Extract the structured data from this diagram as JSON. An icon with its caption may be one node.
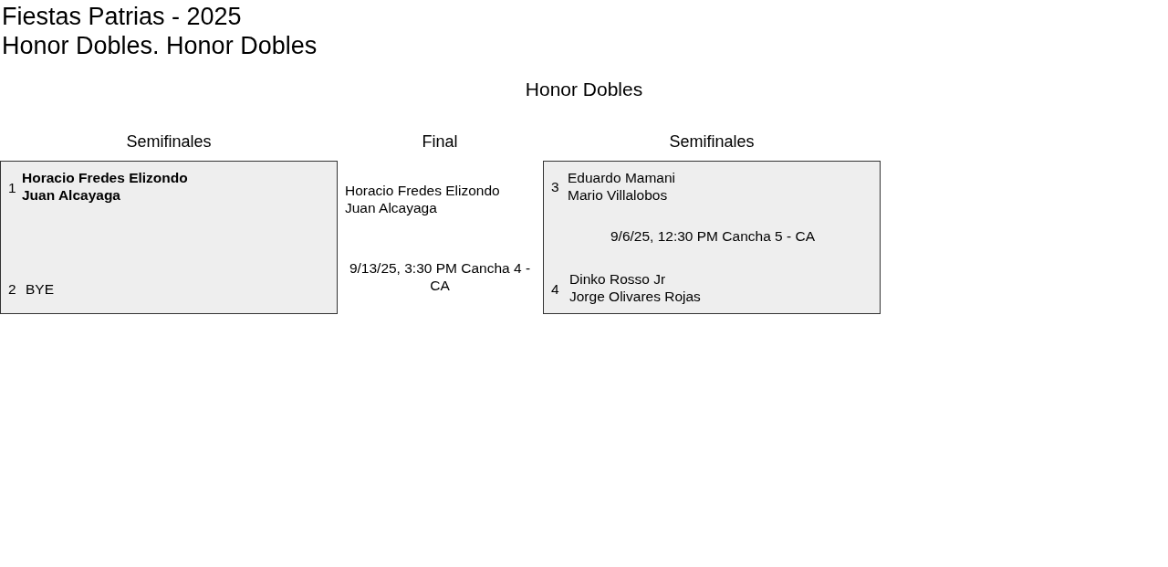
{
  "diagram": {
    "title": "Fiestas Patrias - 2025",
    "nodes": [
      {
        "text": [
          "1",
          "Horacio Fredes Elizondo",
          "Juan Alcayaga",
          "2",
          "BYE"
        ]
      },
      {
        "text": [
          "3",
          "Eduardo Mamani",
          "Mario Villalobos",
          "9/6/25, 12:30 PM Cancha 5 - CA",
          "4",
          "Dinko Rosso Jr",
          "Jorge Olivares Rojas"
        ]
      }
    ],
    "labels": [
      "Honor Dobles. Honor Dobles",
      "Honor Dobles",
      "Semifinales",
      "Final",
      "Semifinales",
      "Horacio Fredes Elizondo",
      "Juan Alcayaga",
      "9/13/25, 3:30 PM Cancha 4 - CA"
    ]
  }
}
